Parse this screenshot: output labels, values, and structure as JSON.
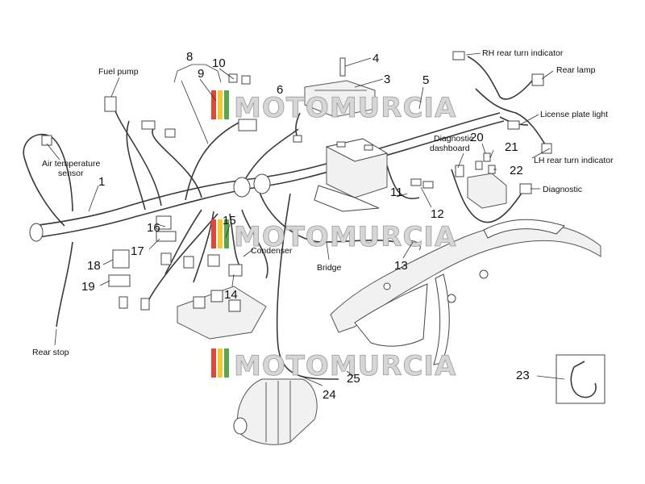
{
  "colors": {
    "line": "#333333",
    "watermark_red": "#e0463b",
    "watermark_yellow": "#f2c92e",
    "watermark_green": "#59a84a",
    "watermark_text": "#d6d6d6"
  },
  "watermark": {
    "text": "MOTOMURCIA"
  },
  "numbers": {
    "n1": "1",
    "n3": "3",
    "n4": "4",
    "n5": "5",
    "n6": "6",
    "n8": "8",
    "n9": "9",
    "n10": "10",
    "n11": "11",
    "n12": "12",
    "n13": "13",
    "n14": "14",
    "n15": "15",
    "n16": "16",
    "n17": "17",
    "n18": "18",
    "n19": "19",
    "n20": "20",
    "n21": "21",
    "n22": "22",
    "n23": "23",
    "n24": "24",
    "n25": "25"
  },
  "labels": {
    "fuel_pump": "Fuel pump",
    "air_temp_1": "Air temperature",
    "air_temp_2": "sensor",
    "rear_stop": "Rear stop",
    "rh_turn": "RH rear turn indicator",
    "rear_lamp": "Rear lamp",
    "license_plate": "License plate light",
    "lh_turn": "LH rear turn indicator",
    "diag_dash_1": "Diagnostic",
    "diag_dash_2": "dashboard",
    "diagnostic": "Diagnostic",
    "condenser": "Condenser",
    "bridge": "Bridge"
  }
}
